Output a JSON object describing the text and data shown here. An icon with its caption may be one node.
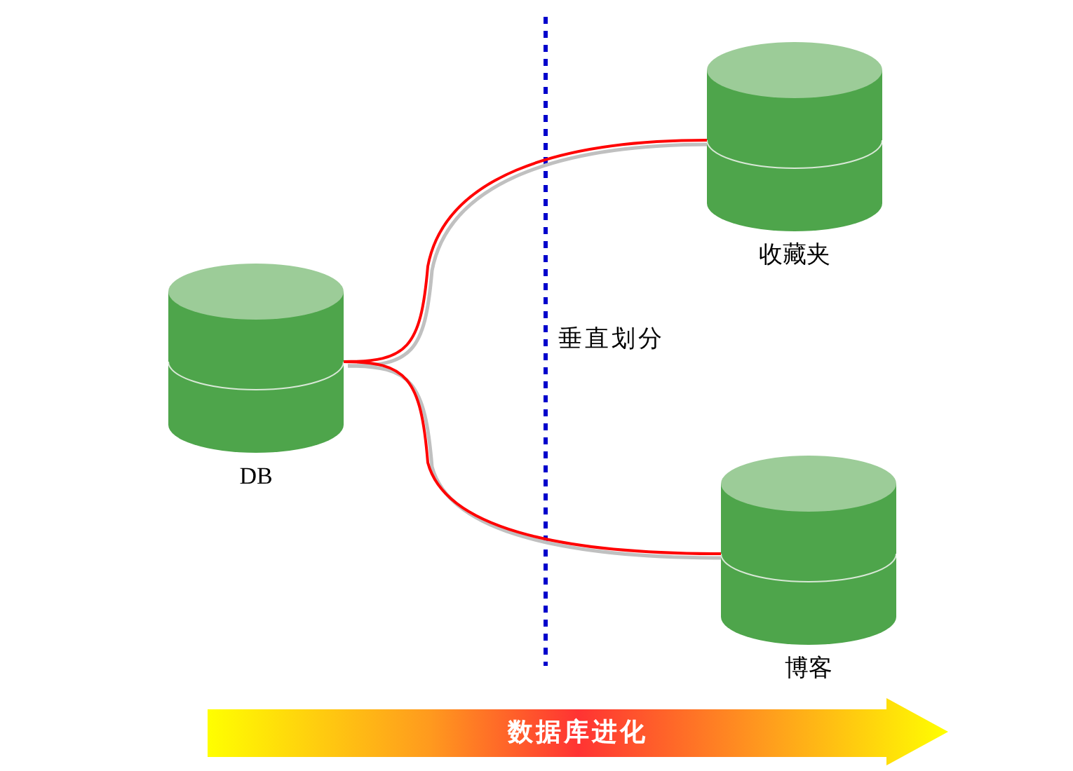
{
  "diagram": {
    "nodes": [
      {
        "text": [
          "DB"
        ]
      },
      {
        "text": [
          "收藏夹"
        ]
      },
      {
        "text": [
          "博客"
        ]
      },
      {
        "text": [
          "数据库进化"
        ]
      }
    ],
    "edges": [
      {
        "from": 0,
        "to": 1,
        "arrow": "none"
      },
      {
        "from": 0,
        "to": 2,
        "arrow": "none"
      }
    ],
    "labels": [
      "垂直划分"
    ]
  }
}
